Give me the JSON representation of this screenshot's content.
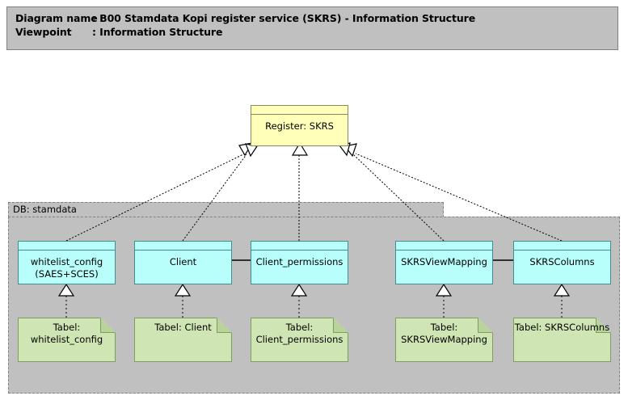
{
  "header": {
    "line1_label": "Diagram name",
    "line1_value": ": B00 Stamdata Kopi register service (SKRS) - Information Structure",
    "line2_label": "Viewpoint",
    "line2_value": ": Information Structure"
  },
  "colors": {
    "header_background": "#c0c0c0",
    "group_background": "#c0c0c0",
    "register_fill": "#ffffb9",
    "entity_fill": "#b8fffc",
    "table_fill": "#cfe6b4",
    "border": "#808080",
    "connector": "#000000"
  },
  "register": {
    "label": "Register: SKRS"
  },
  "group": {
    "label": "DB: stamdata"
  },
  "entities": [
    {
      "label": "whitelist_config\n(SAES+SCES)"
    },
    {
      "label": "Client"
    },
    {
      "label": "Client_permissions"
    },
    {
      "label": "SKRSViewMapping"
    },
    {
      "label": "SKRSColumns"
    }
  ],
  "tables": [
    {
      "label": "Tabel:\nwhitelist_config"
    },
    {
      "label": "Tabel: Client"
    },
    {
      "label": "Tabel:\nClient_permissions"
    },
    {
      "label": "Tabel:\nSKRSViewMapping"
    },
    {
      "label": "Tabel: SKRSColumns"
    }
  ]
}
